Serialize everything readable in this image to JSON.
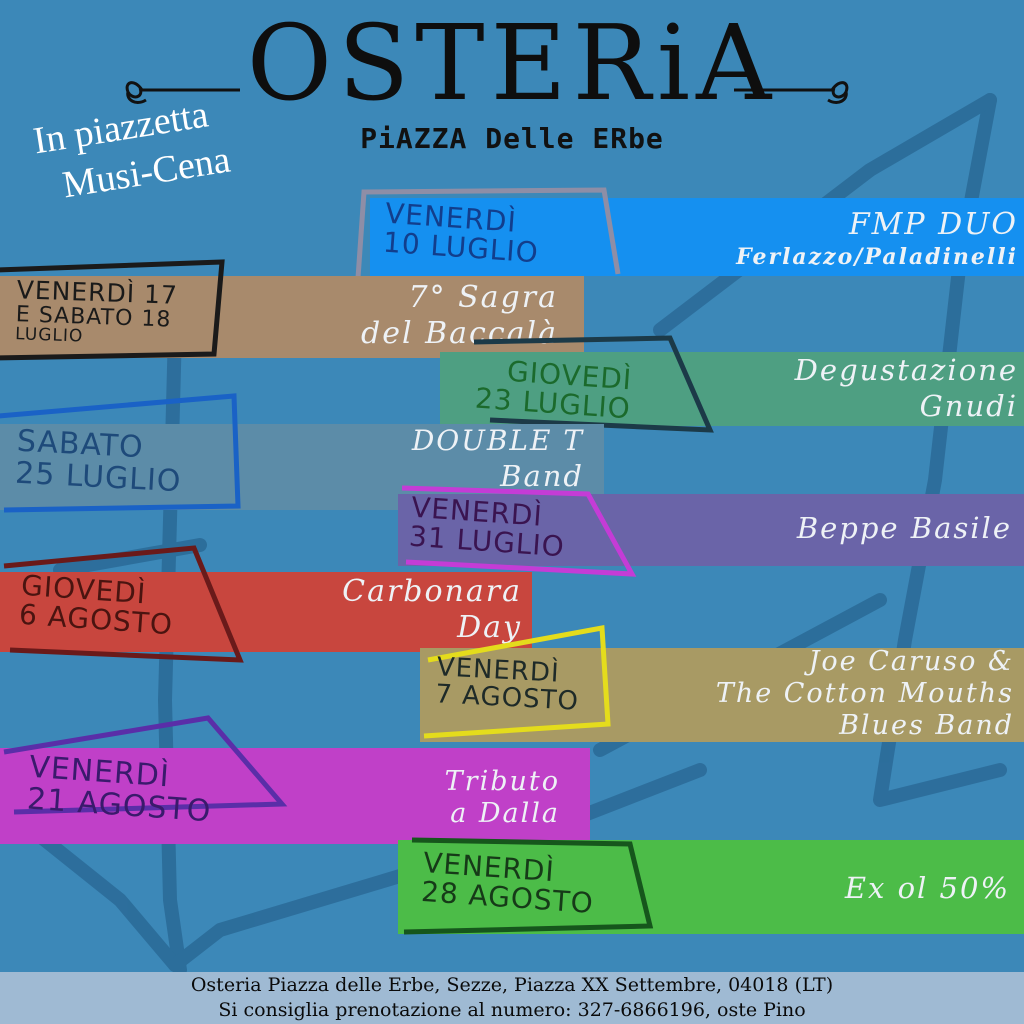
{
  "header": {
    "title": "OSTERiA",
    "subtitle": "PiAZZA Delle ERbe",
    "tagline_line1": "In piazzetta",
    "tagline_line2": "Musi-Cena"
  },
  "events": [
    {
      "date_line1": "Venerdì",
      "date_line2": "10 Luglio",
      "date_line3": "",
      "title_line1": "FMP DUO",
      "title_line2": "Ferlazzo/Paladinelli",
      "title_line3": ""
    },
    {
      "date_line1": "Venerdì 17",
      "date_line2": "e sabato 18",
      "date_line3": "luglio",
      "title_line1": "7° Sagra",
      "title_line2": "del Baccalà",
      "title_line3": ""
    },
    {
      "date_line1": "Giovedì",
      "date_line2": "23 Luglio",
      "date_line3": "",
      "title_line1": "Degustazione",
      "title_line2": "Gnudi",
      "title_line3": ""
    },
    {
      "date_line1": "Sabato",
      "date_line2": "25 Luglio",
      "date_line3": "",
      "title_line1": "DOUBLE T",
      "title_line2": "Band",
      "title_line3": ""
    },
    {
      "date_line1": "Venerdì",
      "date_line2": "31 Luglio",
      "date_line3": "",
      "title_line1": "Beppe Basile",
      "title_line2": "",
      "title_line3": ""
    },
    {
      "date_line1": "Giovedì",
      "date_line2": "6 Agosto",
      "date_line3": "",
      "title_line1": "Carbonara",
      "title_line2": "Day",
      "title_line3": ""
    },
    {
      "date_line1": "Venerdì",
      "date_line2": "7 Agosto",
      "date_line3": "",
      "title_line1": "Joe Caruso &",
      "title_line2": "The Cotton Mouths",
      "title_line3": "Blues Band"
    },
    {
      "date_line1": "Venerdì",
      "date_line2": "21 Agosto",
      "date_line3": "",
      "title_line1": "Tributo",
      "title_line2": "a Dalla",
      "title_line3": ""
    },
    {
      "date_line1": "Venerdì",
      "date_line2": "28 Agosto",
      "date_line3": "",
      "title_line1": "Ex ol 50%",
      "title_line2": "",
      "title_line3": ""
    }
  ],
  "footer": {
    "line1": "Osteria Piazza delle Erbe, Sezze, Piazza XX Settembre, 04018 (LT)",
    "line2": "Si consiglia prenotazione al numero: 327-6866196, oste Pino"
  },
  "colors": {
    "background": "#3c88b8",
    "band_fmp": "#1590f0",
    "band_sagra": "#a88a6c",
    "band_gnudi": "#4e9f82",
    "band_double_t": "#5c8ca8",
    "band_basile": "#6a64a8",
    "band_carbonara": "#c8463e",
    "band_caruso": "#a89a64",
    "band_dalla": "#c040c8",
    "band_ex": "#4cbc48"
  }
}
